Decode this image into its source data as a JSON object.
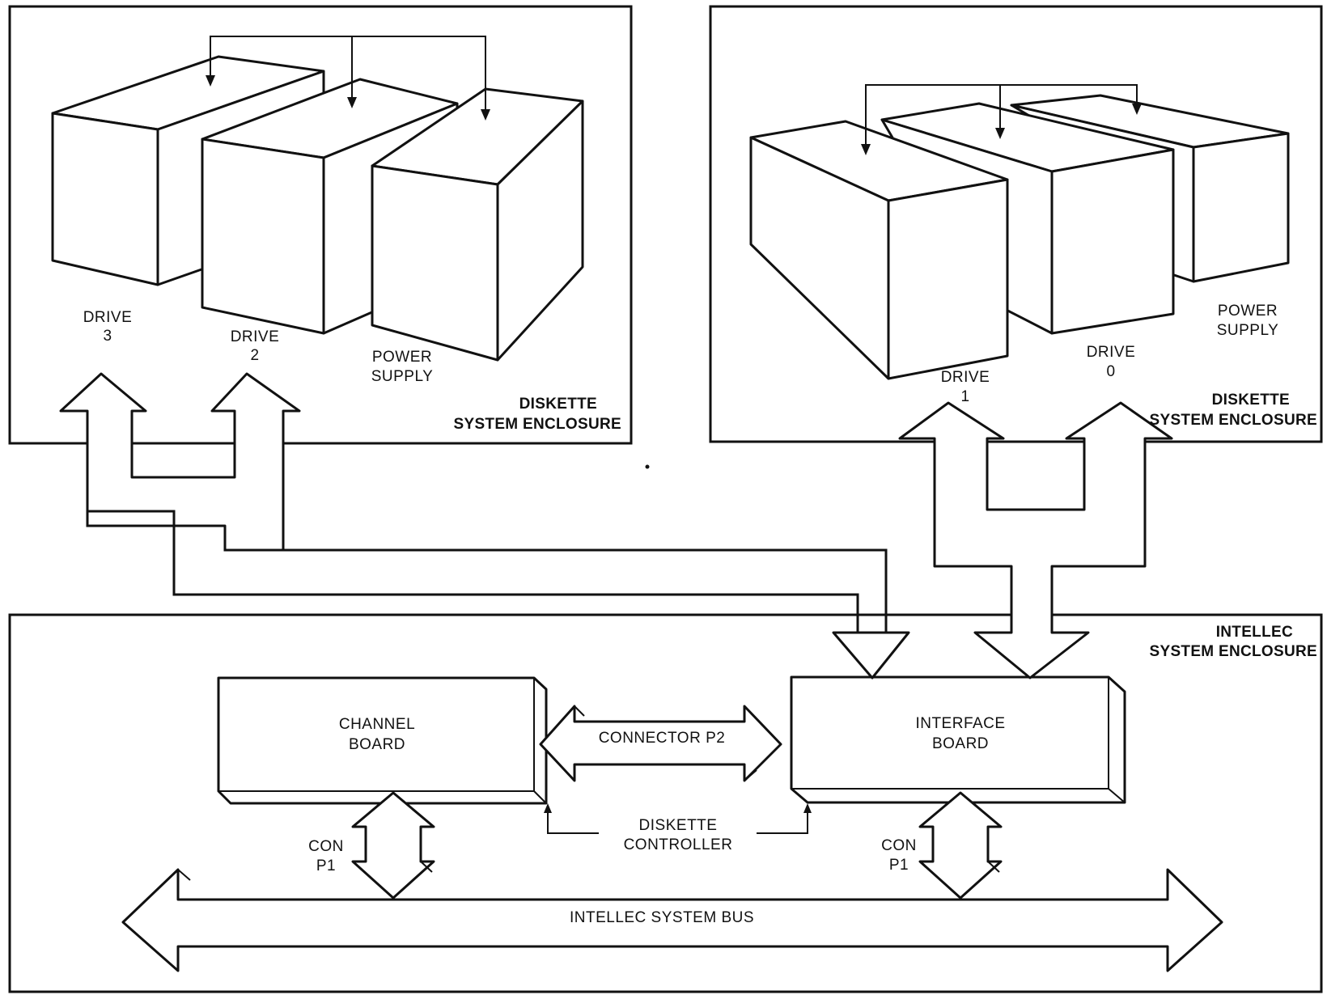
{
  "left_enclosure": {
    "title_line1": "DISKETTE",
    "title_line2": "SYSTEM ENCLOSURE",
    "drive3_line1": "DRIVE",
    "drive3_line2": "3",
    "drive2_line1": "DRIVE",
    "drive2_line2": "2",
    "psu_line1": "POWER",
    "psu_line2": "SUPPLY"
  },
  "right_enclosure": {
    "title_line1": "DISKETTE",
    "title_line2": "SYSTEM ENCLOSURE",
    "drive1_line1": "DRIVE",
    "drive1_line2": "1",
    "drive0_line1": "DRIVE",
    "drive0_line2": "0",
    "psu_line1": "POWER",
    "psu_line2": "SUPPLY"
  },
  "intellec": {
    "title_line1": "INTELLEC",
    "title_line2": "SYSTEM ENCLOSURE",
    "channel_line1": "CHANNEL",
    "channel_line2": "BOARD",
    "interface_line1": "INTERFACE",
    "interface_line2": "BOARD",
    "connector_p2": "CONNECTOR P2",
    "controller_line1": "DISKETTE",
    "controller_line2": "CONTROLLER",
    "con_left_line1": "CON",
    "con_left_line2": "P1",
    "con_right_line1": "CON",
    "con_right_line2": "P1",
    "bus_label": "INTELLEC SYSTEM BUS"
  }
}
